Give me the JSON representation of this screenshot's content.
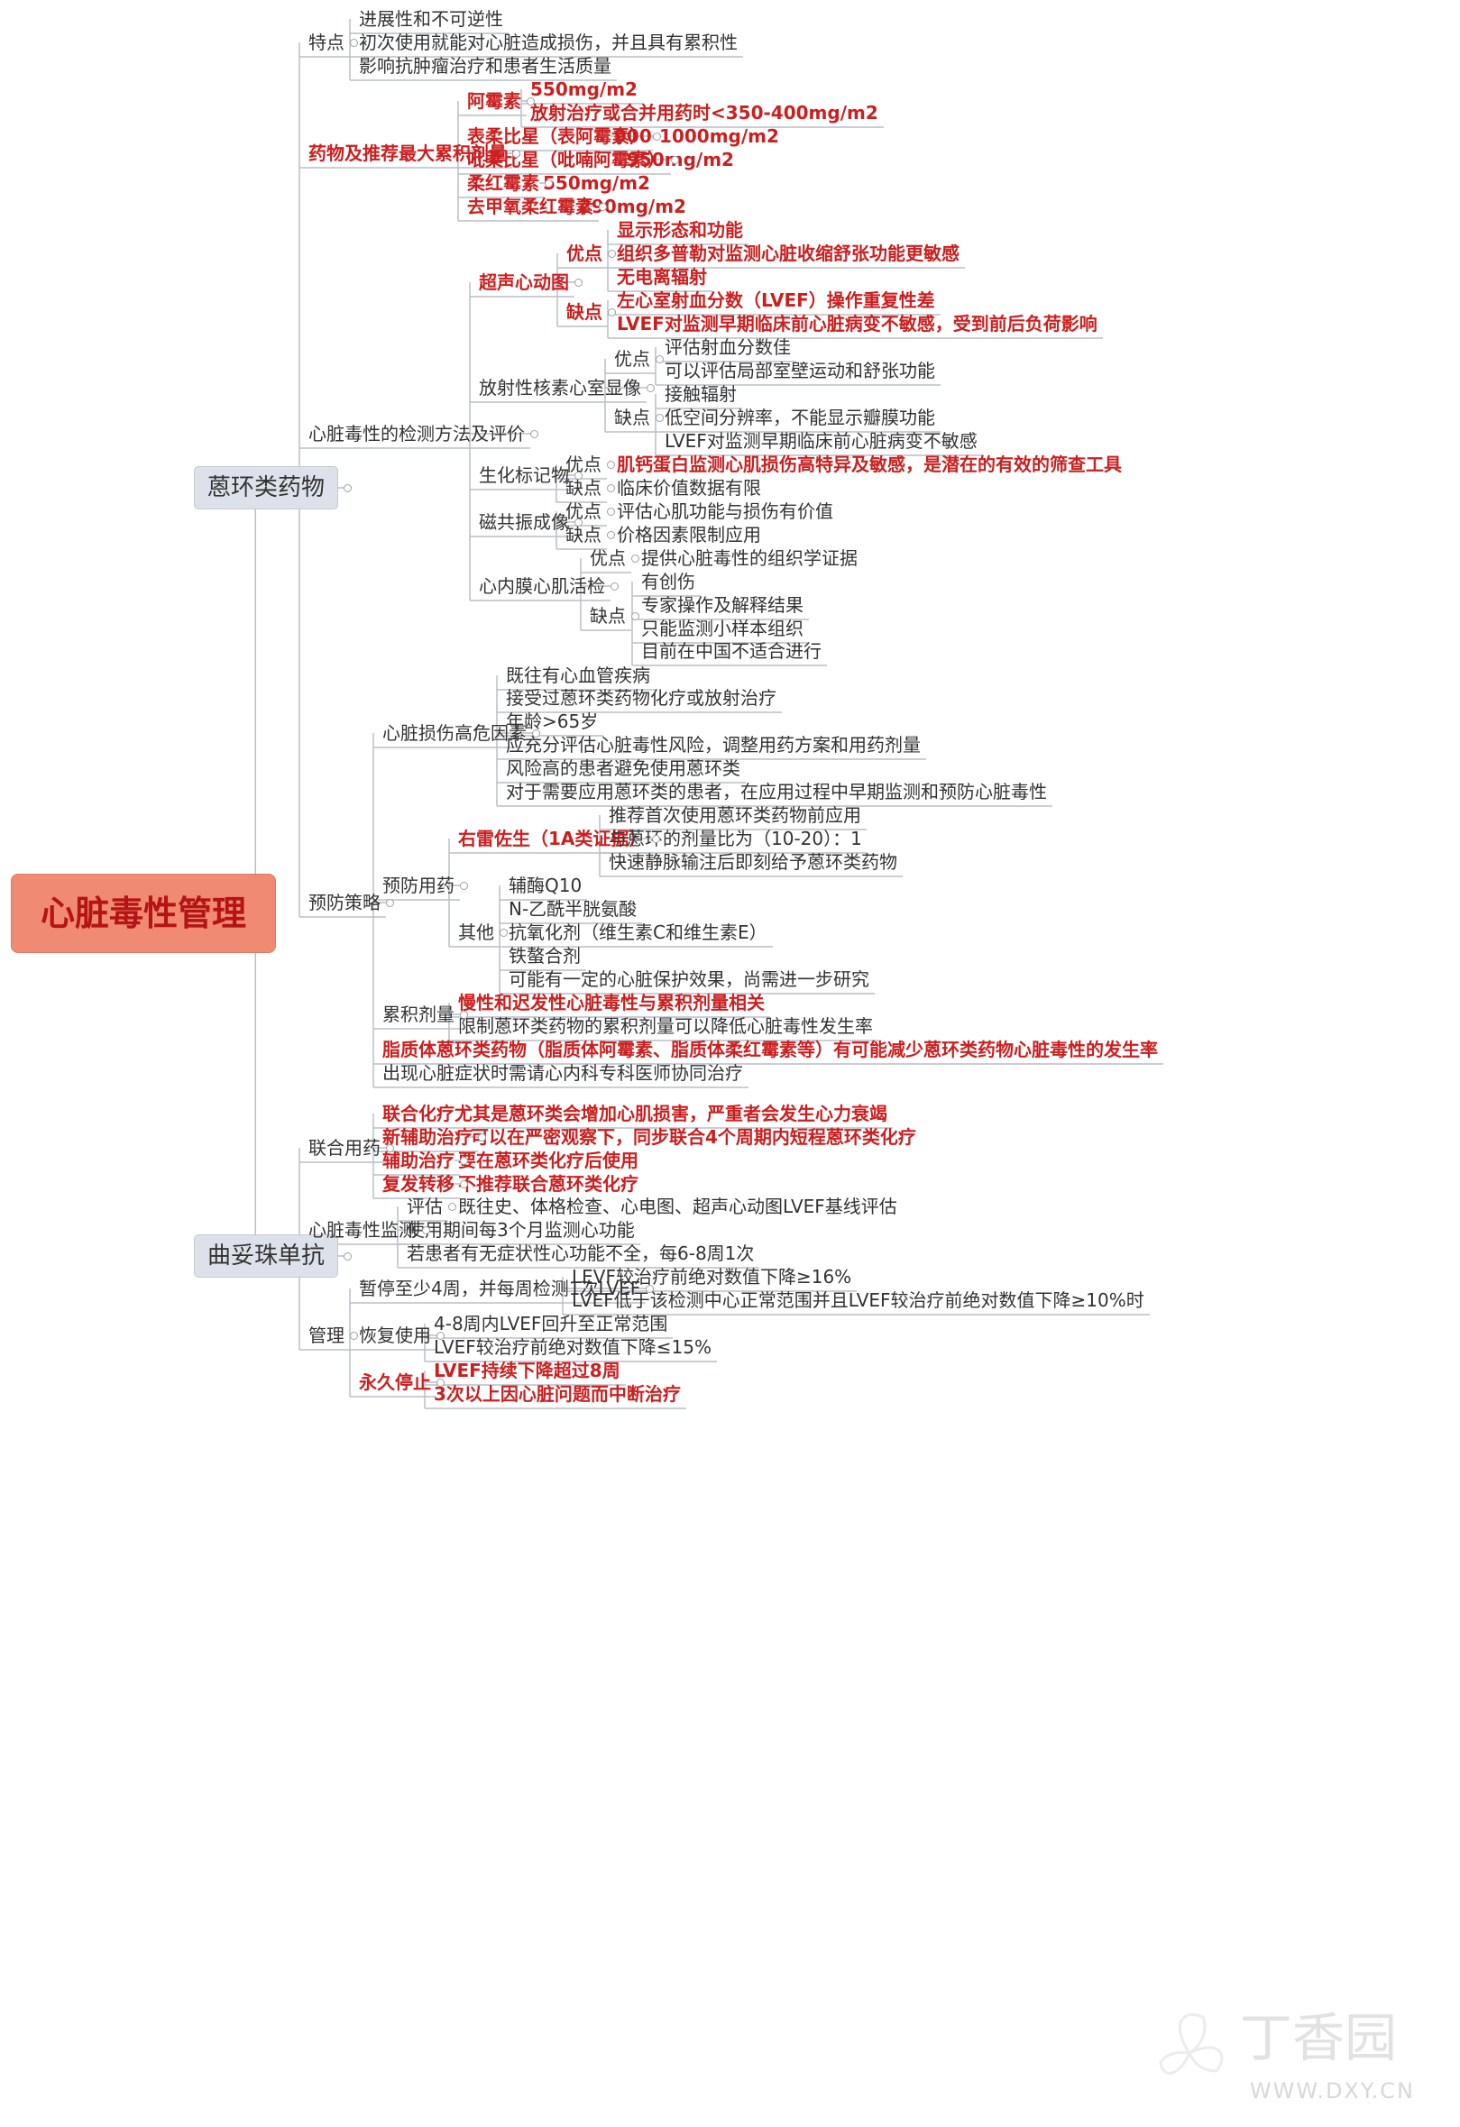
{
  "root": "心脏毒性管理",
  "watermark": {
    "title": "丁香园",
    "site": "WWW.DXY.CN"
  },
  "n": {
    "a": "蒽环类药物",
    "a1": "特点",
    "a1_1": "进展性和不可逆性",
    "a1_2": "初次使用就能对心脏造成损伤，并且具有累积性",
    "a1_3": "影响抗肿瘤治疗和患者生活质量",
    "a2": "药物及推荐最大累积剂量",
    "a2_1": "阿霉素",
    "a2_1a": "550mg/m2",
    "a2_1b": "放射治疗或合并用药时<350-400mg/m2",
    "a2_2": "表柔比星（表阿霉素）",
    "a2_2a": "900-1000mg/m2",
    "a2_3": "吡柔比星（吡喃阿霉素）",
    "a2_3a": "950mg/m2",
    "a2_4": "柔红霉素",
    "a2_4a": "550mg/m2",
    "a2_5": "去甲氧柔红霉素",
    "a2_5a": "290mg/m2",
    "a3": "心脏毒性的检测方法及评价",
    "a3_1": "超声心动图",
    "a3_1y": "优点",
    "a3_1y1": "显示形态和功能",
    "a3_1y2": "组织多普勒对监测心脏收缩舒张功能更敏感",
    "a3_1y3": "无电离辐射",
    "a3_1q": "缺点",
    "a3_1q1": "左心室射血分数（LVEF）操作重复性差",
    "a3_1q2": "LVEF对监测早期临床前心脏病变不敏感，受到前后负荷影响",
    "a3_2": "放射性核素心室显像",
    "a3_2y": "优点",
    "a3_2y1": "评估射血分数佳",
    "a3_2y2": "可以评估局部室壁运动和舒张功能",
    "a3_2q": "缺点",
    "a3_2q1": "接触辐射",
    "a3_2q2": "低空间分辨率，不能显示瓣膜功能",
    "a3_2q3": "LVEF对监测早期临床前心脏病变不敏感",
    "a3_3": "生化标记物",
    "a3_3y": "优点",
    "a3_3y1": "肌钙蛋白监测心肌损伤高特异及敏感，是潜在的有效的筛查工具",
    "a3_3q": "缺点",
    "a3_3q1": "临床价值数据有限",
    "a3_4": "磁共振成像",
    "a3_4y": "优点",
    "a3_4y1": "评估心肌功能与损伤有价值",
    "a3_4q": "缺点",
    "a3_4q1": "价格因素限制应用",
    "a3_5": "心内膜心肌活检",
    "a3_5y": "优点",
    "a3_5y1": "提供心脏毒性的组织学证据",
    "a3_5q": "缺点",
    "a3_5q1": "有创伤",
    "a3_5q2": "专家操作及解释结果",
    "a3_5q3": "只能监测小样本组织",
    "a3_5q4": "目前在中国不适合进行",
    "a4": "预防策略",
    "a4_1": "心脏损伤高危因素",
    "a4_1a": "既往有心血管疾病",
    "a4_1b": "接受过蒽环类药物化疗或放射治疗",
    "a4_1c": "年龄>65岁",
    "a4_1d": "应充分评估心脏毒性风险，调整用药方案和用药剂量",
    "a4_1e": "风险高的患者避免使用蒽环类",
    "a4_1f": "对于需要应用蒽环类的患者，在应用过程中早期监测和预防心脏毒性",
    "a4_2": "预防用药",
    "a4_2a": "右雷佐生（1A类证据）",
    "a4_2a1": "推荐首次使用蒽环类药物前应用",
    "a4_2a2": "与蒽环的剂量比为（10-20）：1",
    "a4_2a3": "快速静脉输注后即刻给予蒽环类药物",
    "a4_2b": "其他",
    "a4_2b1": "辅酶Q10",
    "a4_2b2": "N-乙酰半胱氨酸",
    "a4_2b3": "抗氧化剂（维生素C和维生素E）",
    "a4_2b4": "铁螯合剂",
    "a4_2b5": "可能有一定的心脏保护效果，尚需进一步研究",
    "a4_3": "累积剂量",
    "a4_3a": "慢性和迟发性心脏毒性与累积剂量相关",
    "a4_3b": "限制蒽环类药物的累积剂量可以降低心脏毒性发生率",
    "a4_4": "脂质体蒽环类药物（脂质体阿霉素、脂质体柔红霉素等）有可能减少蒽环类药物心脏毒性的发生率",
    "a4_5": "出现心脏症状时需请心内科专科医师协同治疗",
    "b": "曲妥珠单抗",
    "b1": "联合用药",
    "b1_1": "联合化疗尤其是蒽环类会增加心肌损害，严重者会发生心力衰竭",
    "b1_2": "新辅助治疗",
    "b1_2a": "可以在严密观察下，同步联合4个周期内短程蒽环类化疗",
    "b1_3": "辅助治疗",
    "b1_3a": "要在蒽环类化疗后使用",
    "b1_4": "复发转移",
    "b1_4a": "不推荐联合蒽环类化疗",
    "b2": "心脏毒性监测",
    "b2_1": "评估",
    "b2_1a": "既往史、体格检查、心电图、超声心动图LVEF基线评估",
    "b2_2": "使用期间每3个月监测心功能",
    "b2_3": "若患者有无症状性心功能不全，每6-8周1次",
    "b3": "管理",
    "b3_1": "暂停至少4周，并每周检测1次LVEF",
    "b3_1a": "LEVF较治疗前绝对数值下降≥16%",
    "b3_1b": "LVEF低于该检测中心正常范围并且LVEF较治疗前绝对数值下降≥10%时",
    "b3_2": "恢复使用",
    "b3_2a": "4-8周内LVEF回升至正常范围",
    "b3_2b": "LVEF较治疗前绝对数值下降≤15%",
    "b3_3": "永久停止",
    "b3_3a": "LVEF持续下降超过8周",
    "b3_3b": "3次以上因心脏问题而中断治疗"
  }
}
